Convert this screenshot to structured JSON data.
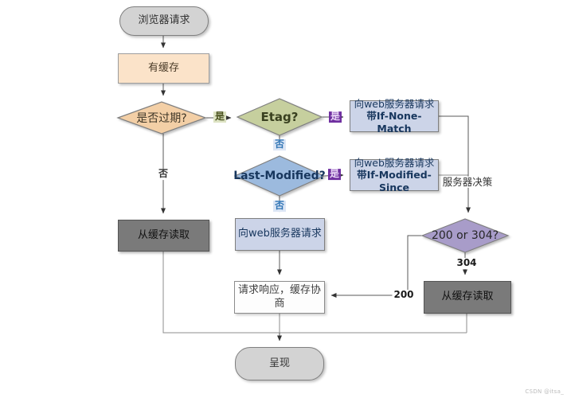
{
  "diagram": {
    "nodes": {
      "browser_request": {
        "label": "浏览器请求"
      },
      "has_cache": {
        "label": "有缓存"
      },
      "is_expired": {
        "label": "是否过期?"
      },
      "etag": {
        "label": "Etag?"
      },
      "req_if_none_match": {
        "line1": "向web服务器请求",
        "line2": "带If-None-Match"
      },
      "last_modified": {
        "label": "Last-Modified?"
      },
      "req_if_modified_since": {
        "line1": "向web服务器请求",
        "line2": "带If-Modified-Since"
      },
      "req_web_server": {
        "label": "向web服务器请求"
      },
      "read_cache_left": {
        "label": "从缓存读取"
      },
      "response_negotiate": {
        "label": "请求响应，缓存协商"
      },
      "status_200_or_304": {
        "label": "200 or 304?"
      },
      "read_cache_right": {
        "label": "从缓存读取"
      },
      "render": {
        "label": "呈现"
      }
    },
    "edge_labels": {
      "yes_to_etag": "是",
      "yes_to_if_none_match": "是",
      "no_below_etag": "否",
      "yes_to_if_modified_since": "是",
      "no_below_last_modified": "否",
      "no_to_read_cache": "否",
      "server_decision": "服务器决策",
      "code_304": "304",
      "code_200": "200"
    },
    "colors": {
      "stadium_fill": "#d3d3d3",
      "has_cache_fill": "#fbe3c9",
      "expired_diamond_fill": "#f3cfa6",
      "etag_diamond_fill": "#c6cf9e",
      "last_modified_diamond_fill": "#9cbade",
      "status_diamond_fill": "#a89cc9",
      "blue_box_fill": "#ccd4e8",
      "dark_box_fill": "#7a7a7a",
      "yes_label_purple": "#7030a0",
      "no_label_blue": "#2e74b5",
      "line_color": "#595959"
    },
    "watermark": "CSDN @itsa_"
  }
}
